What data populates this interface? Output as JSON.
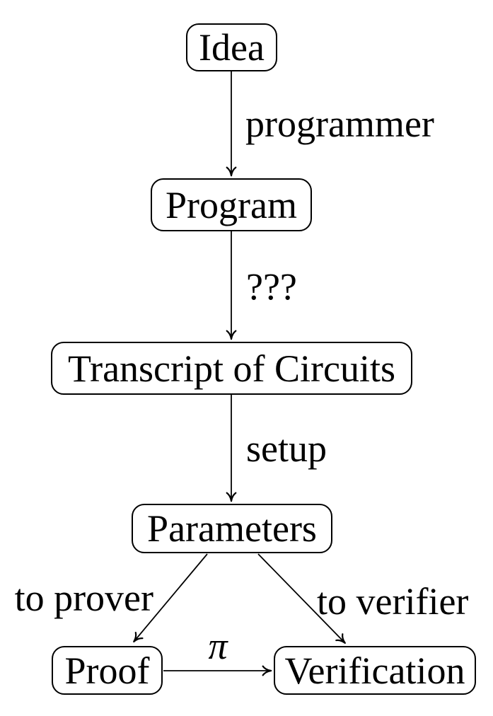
{
  "diagram": {
    "nodes": [
      {
        "id": "idea",
        "label": "Idea"
      },
      {
        "id": "program",
        "label": "Program"
      },
      {
        "id": "transcript",
        "label": "Transcript of Circuits"
      },
      {
        "id": "parameters",
        "label": "Parameters"
      },
      {
        "id": "proof",
        "label": "Proof"
      },
      {
        "id": "verification",
        "label": "Verification"
      }
    ],
    "edges": [
      {
        "from": "idea",
        "to": "program",
        "label": "programmer"
      },
      {
        "from": "program",
        "to": "transcript",
        "label": "???"
      },
      {
        "from": "transcript",
        "to": "parameters",
        "label": "setup"
      },
      {
        "from": "parameters",
        "to": "proof",
        "label": "to prover"
      },
      {
        "from": "parameters",
        "to": "verification",
        "label": "to verifier"
      },
      {
        "from": "proof",
        "to": "verification",
        "label": "π"
      }
    ],
    "colors": {
      "stroke": "#000000",
      "text": "#000000",
      "background": "#ffffff"
    }
  }
}
